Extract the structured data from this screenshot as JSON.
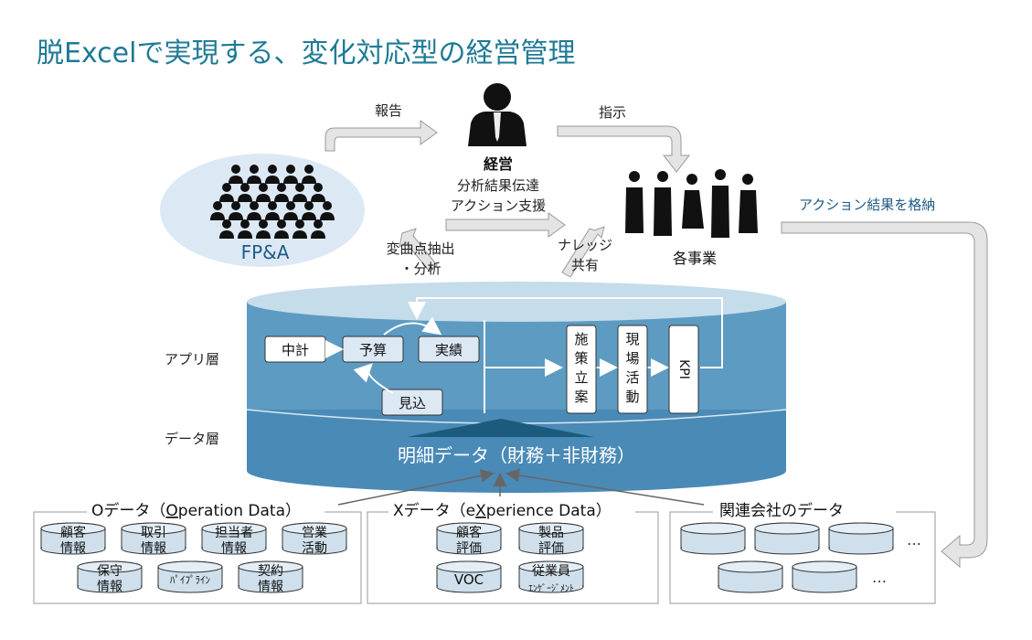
{
  "title": "脱Excelで実現する、変化対応型の経営管理",
  "top": {
    "report": "報告",
    "instruct": "指示",
    "management": "経営",
    "mgmt_line1": "分析結果伝達",
    "mgmt_line2": "アクション支援",
    "fpa": "FP&A",
    "business_units": "各事業",
    "action_store": "アクション結果を格納",
    "inflection1": "変曲点抽出",
    "inflection2": "・分析",
    "knowledge1": "ナレッジ",
    "knowledge2": "共有"
  },
  "layers": {
    "app_layer": "アプリ層",
    "data_layer": "データ層"
  },
  "app": {
    "chukei": "中計",
    "yosan": "予算",
    "jisseki": "実績",
    "mikomi": "見込",
    "measure": "施策立案",
    "field": "現場活動",
    "kpi": "KPI"
  },
  "detail_data": "明細データ（財務＋非財務）",
  "sources": {
    "o_title_a": "Oデータ（",
    "o_title_u": "O",
    "o_title_b": "peration Data）",
    "o_items": [
      {
        "l1": "顧客",
        "l2": "情報"
      },
      {
        "l1": "取引",
        "l2": "情報"
      },
      {
        "l1": "担当者",
        "l2": "情報"
      },
      {
        "l1": "営業",
        "l2": "活動"
      },
      {
        "l1": "保守",
        "l2": "情報"
      },
      {
        "l1": "ﾊﾟｲﾌﾟﾗｲﾝ",
        "l2": ""
      },
      {
        "l1": "契約",
        "l2": "情報"
      }
    ],
    "x_title_a": "Xデータ（e",
    "x_title_u": "X",
    "x_title_b": "perience Data）",
    "x_items": [
      {
        "l1": "顧客",
        "l2": "評価"
      },
      {
        "l1": "製品",
        "l2": "評価"
      },
      {
        "l1": "VOC",
        "l2": ""
      },
      {
        "l1": "従業員",
        "l2": "ｴﾝｹﾞｰｼﾞﾒﾝﾄ"
      }
    ],
    "rel_title": "関連会社のデータ",
    "ellipsis": "…"
  },
  "colors": {
    "title": "#1f7a96",
    "cyl_top": "#c5dcea",
    "cyl_body": "#5d9bc2",
    "cyl_lower": "#4a8ab7",
    "ellipse": "#dce9f5",
    "arrow_dark": "#1b5c7e",
    "small_cyl": "#cfe0ec"
  }
}
